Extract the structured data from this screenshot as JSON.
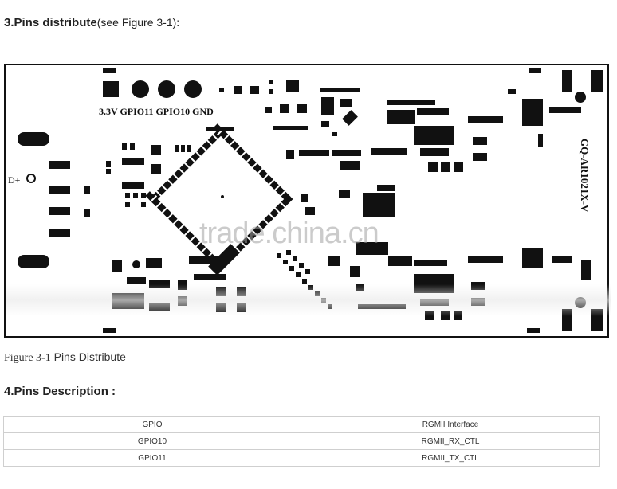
{
  "section3": {
    "title": "3.Pins distribute",
    "paren": "(see Figure 3-1):"
  },
  "board": {
    "silk_top": "3.3V GPIO11 GPIO10  GND",
    "silk_side": "GQ-AR1021X-V",
    "silk_dplus": "D+",
    "watermark": "trade.china.cn"
  },
  "caption": {
    "prefix": "Figure 3-1",
    "text": " Pins Distribute"
  },
  "section4": {
    "title": "4.Pins Description :"
  },
  "table": {
    "rows": [
      [
        "GPIO",
        "RGMII Interface"
      ],
      [
        "GPIO10",
        "RGMII_RX_CTL"
      ],
      [
        "GPIO11",
        "RGMII_TX_CTL"
      ]
    ]
  }
}
